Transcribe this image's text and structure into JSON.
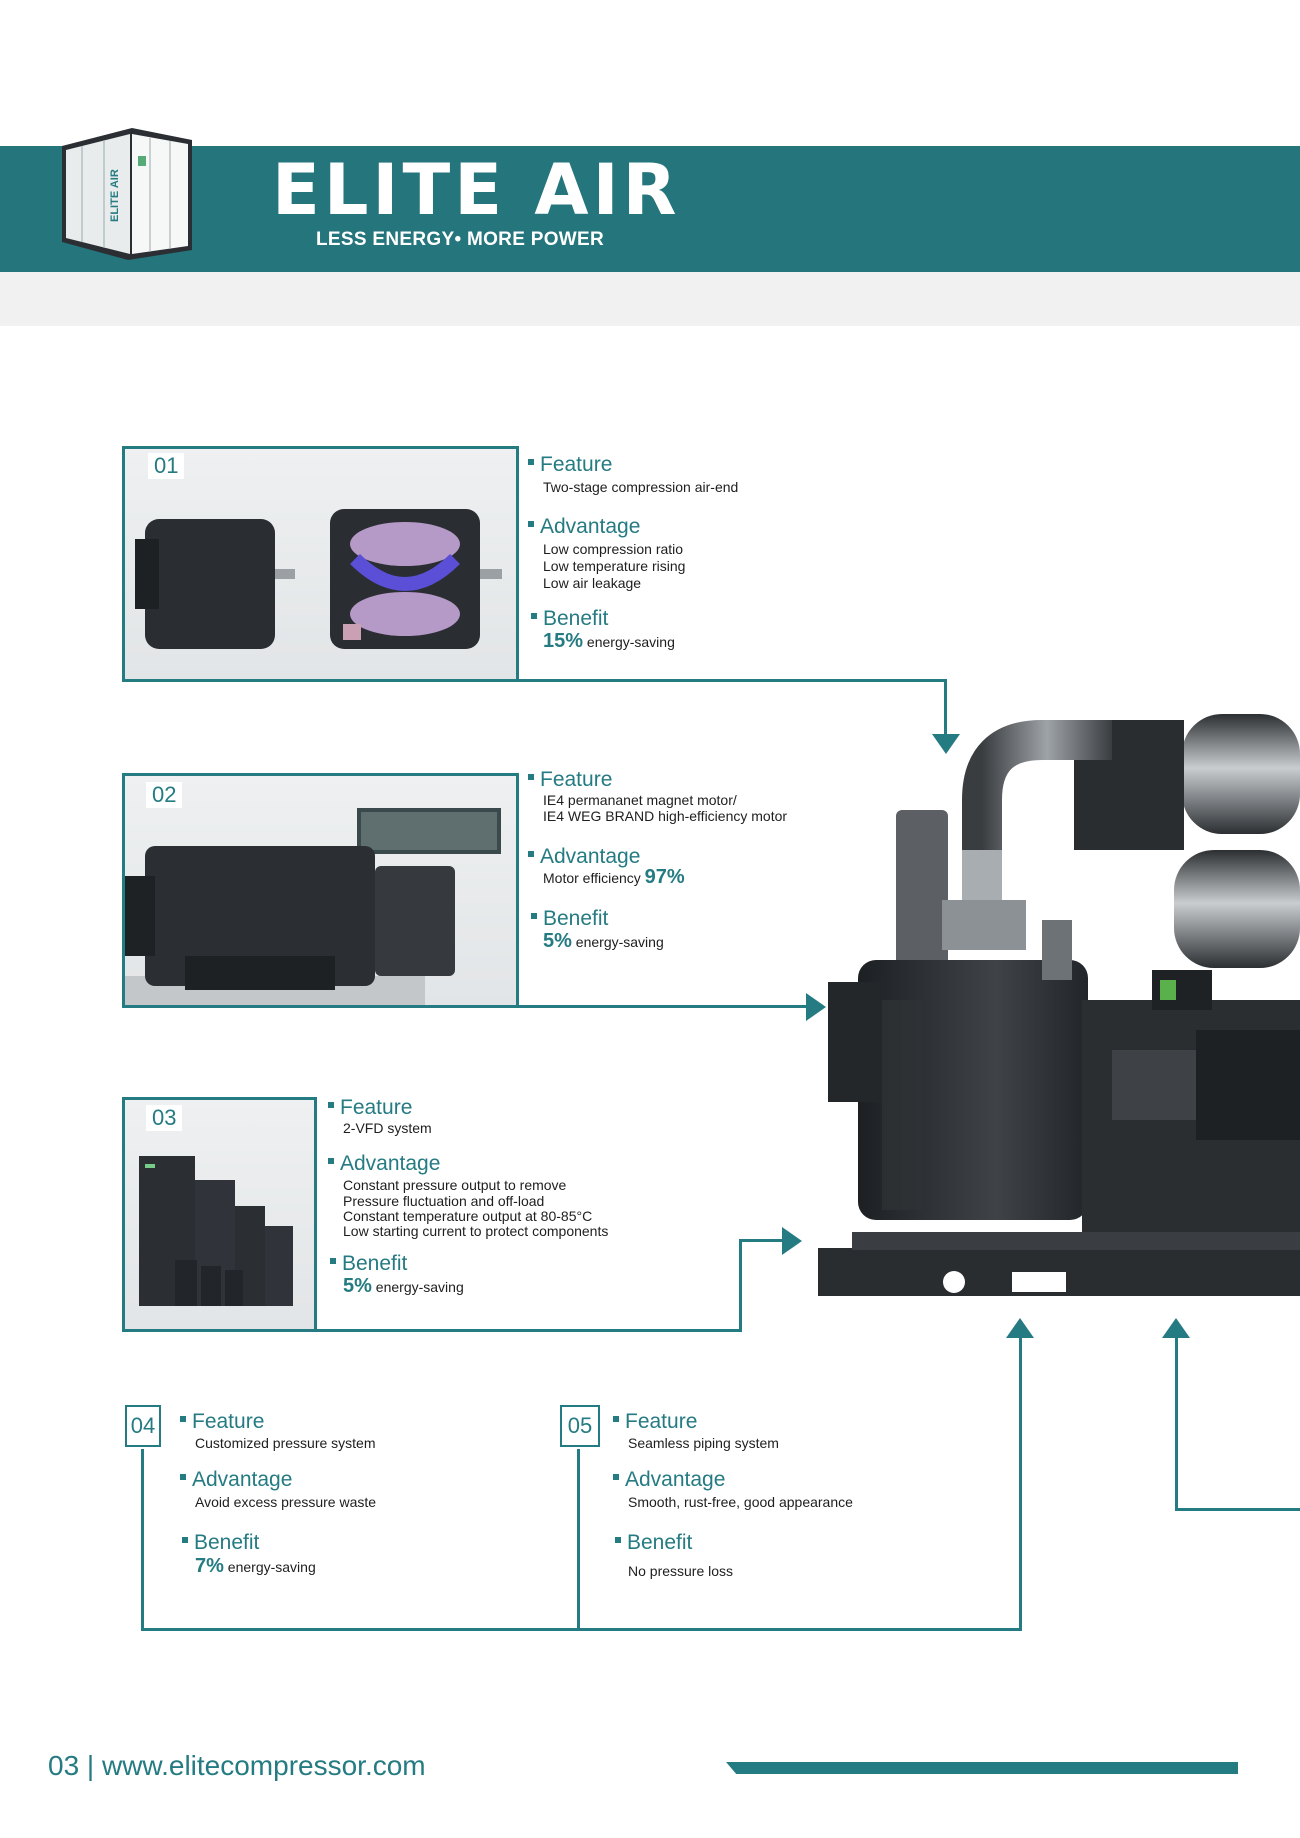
{
  "header": {
    "brand": "ELITE AIR",
    "product_label": "ELITE AIR",
    "slogan": "LESS ENERGY• MORE POWER"
  },
  "sections": [
    {
      "number": "01",
      "feature_label": "Feature",
      "feature": [
        "Two-stage compression air-end"
      ],
      "advantage_label": "Advantage",
      "advantage": [
        "Low compression ratio",
        "Low temperature rising",
        "Low air leakage"
      ],
      "benefit_label": "Benefit",
      "benefit_value": "15%",
      "benefit_text": "energy-saving"
    },
    {
      "number": "02",
      "feature_label": "Feature",
      "feature": [
        "IE4 permananet magnet motor/",
        "IE4 WEG BRAND high-efficiency motor"
      ],
      "advantage_label": "Advantage",
      "advantage_text": "Motor efficiency",
      "advantage_value": "97%",
      "benefit_label": "Benefit",
      "benefit_value": "5%",
      "benefit_text": "energy-saving"
    },
    {
      "number": "03",
      "feature_label": "Feature",
      "feature": [
        "2-VFD system"
      ],
      "advantage_label": "Advantage",
      "advantage": [
        "Constant pressure output to remove",
        "Pressure fluctuation and off-load",
        "Constant temperature output at 80-85°C",
        "Low starting current to protect components"
      ],
      "benefit_label": "Benefit",
      "benefit_value": "5%",
      "benefit_text": "energy-saving"
    },
    {
      "number": "04",
      "feature_label": "Feature",
      "feature": [
        "Customized pressure system"
      ],
      "advantage_label": "Advantage",
      "advantage": [
        "Avoid excess pressure waste"
      ],
      "benefit_label": "Benefit",
      "benefit_value": "7%",
      "benefit_text": "energy-saving"
    },
    {
      "number": "05",
      "feature_label": "Feature",
      "feature": [
        "Seamless piping system"
      ],
      "advantage_label": "Advantage",
      "advantage": [
        "Smooth, rust-free, good appearance"
      ],
      "benefit_label": "Benefit",
      "benefit_text": "No pressure loss"
    }
  ],
  "footer": {
    "page": "03 | www.elitecompressor.com"
  },
  "colors": {
    "teal": "#257b82",
    "band": "#24757c",
    "grey_band": "#f1f1f1"
  }
}
